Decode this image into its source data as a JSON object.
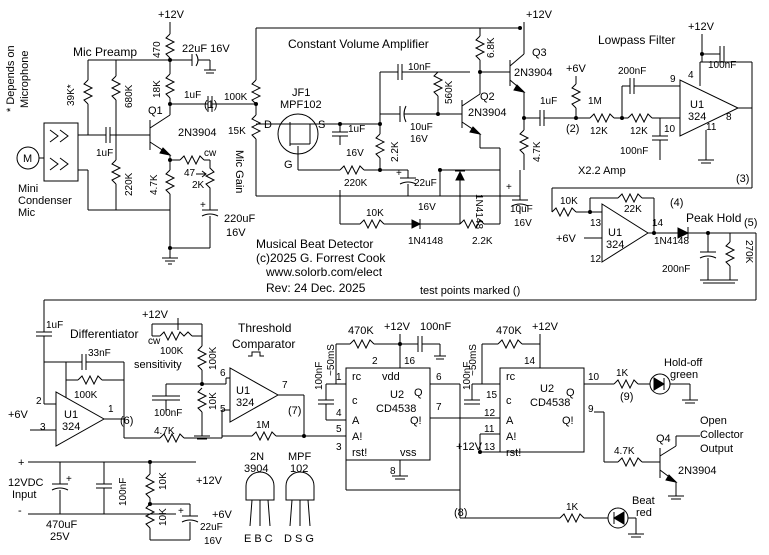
{
  "title": {
    "line1": "Musical Beat Detector",
    "line2": "(c)2025  G. Forrest Cook",
    "line3": "www.solorb.com/elect",
    "line4": "Rev: 24 Dec. 2025",
    "test_points": "test points marked ()"
  },
  "sections": {
    "mic_preamp": "Mic Preamp",
    "const_vol": "Constant Volume Amplifier",
    "lowpass": "Lowpass Filter",
    "amp": "X2.2 Amp",
    "peak_hold": "Peak Hold",
    "differentiator": "Differentiator",
    "threshold1": "Threshold",
    "threshold2": "Comparator",
    "sensitivity": "sensitivity",
    "mic_gain": "Mic Gain",
    "holdoff1": "Hold-off",
    "holdoff2": "green",
    "beat1": "Beat",
    "beat2": "red",
    "oc1": "Open",
    "oc2": "Collector",
    "oc3": "Output",
    "input1": "12VDC",
    "input2": "Input",
    "mic1": "Mini",
    "mic2": "Condenser",
    "mic3": "Mic",
    "depends1": "* Depends on",
    "depends2": "Microphone"
  },
  "labels": {
    "v12": "+12V",
    "v6": "+6V",
    "plus": "+",
    "minus": "-",
    "r470": "470",
    "c22u16": "22uF 16V",
    "r18k": "18K",
    "r680k": "680K",
    "r39k": "39K*",
    "r220k": "220K",
    "c1u": "1uF",
    "q1": "Q1",
    "q1type": "2N3904",
    "r47k": "4.7K",
    "r47": "47",
    "cw": "cw",
    "pot2k": "2K",
    "c220u": "220uF",
    "v16": "16V",
    "r100k": "100K",
    "r15k": "15K",
    "jf1": "JF1",
    "mpf102": "MPF102",
    "d": "D",
    "s": "S",
    "g": "G",
    "c10n": "10nF",
    "r560k": "560K",
    "c10u": "10uF",
    "r22k": "2.2K",
    "q2": "Q2",
    "q2type": "2N3904",
    "r68k": "6.8K",
    "q3": "Q3",
    "q3type": "2N3904",
    "r10k": "10K",
    "c22u": "22uF",
    "d1n4148": "1N4148",
    "r1m": "1M",
    "r12k": "12K",
    "c200n": "200nF",
    "c100n": "100nF",
    "u1": "U1",
    "u1type": "324",
    "r270k": "270K",
    "r1k": "1K",
    "c33n": "33nF",
    "c470u": "470uF",
    "v25": "25V",
    "r470k": "470K",
    "u2": "U2",
    "cd4538": "CD4538",
    "ms50": "~50mS",
    "rc": "rc",
    "vdd": "vdd",
    "vss": "vss",
    "c_pin": "c",
    "a_pin": "A",
    "abar_pin": "A!",
    "rst": "rst!",
    "q_pin": "Q",
    "qbar_pin": "Q!",
    "q4": "Q4",
    "q4type": "2N3904",
    "pkg1": "2N",
    "pkg1b": "3904",
    "pkg1pins": "E B C",
    "pkg2": "MPF",
    "pkg2b": "102",
    "pkg2pins": "D S G",
    "m": "M",
    "r2k2": "2.2K",
    "r4k7": "4.7K",
    "r1m_b": "1M",
    "r22k_b": "22K"
  },
  "test_points": [
    "(1)",
    "(2)",
    "(3)",
    "(4)",
    "(5)",
    "(6)",
    "(7)",
    "(8)",
    "(9)"
  ],
  "pins": [
    "1",
    "2",
    "3",
    "4",
    "5",
    "6",
    "7",
    "8",
    "9",
    "10",
    "11",
    "12",
    "13",
    "14",
    "15",
    "16"
  ]
}
